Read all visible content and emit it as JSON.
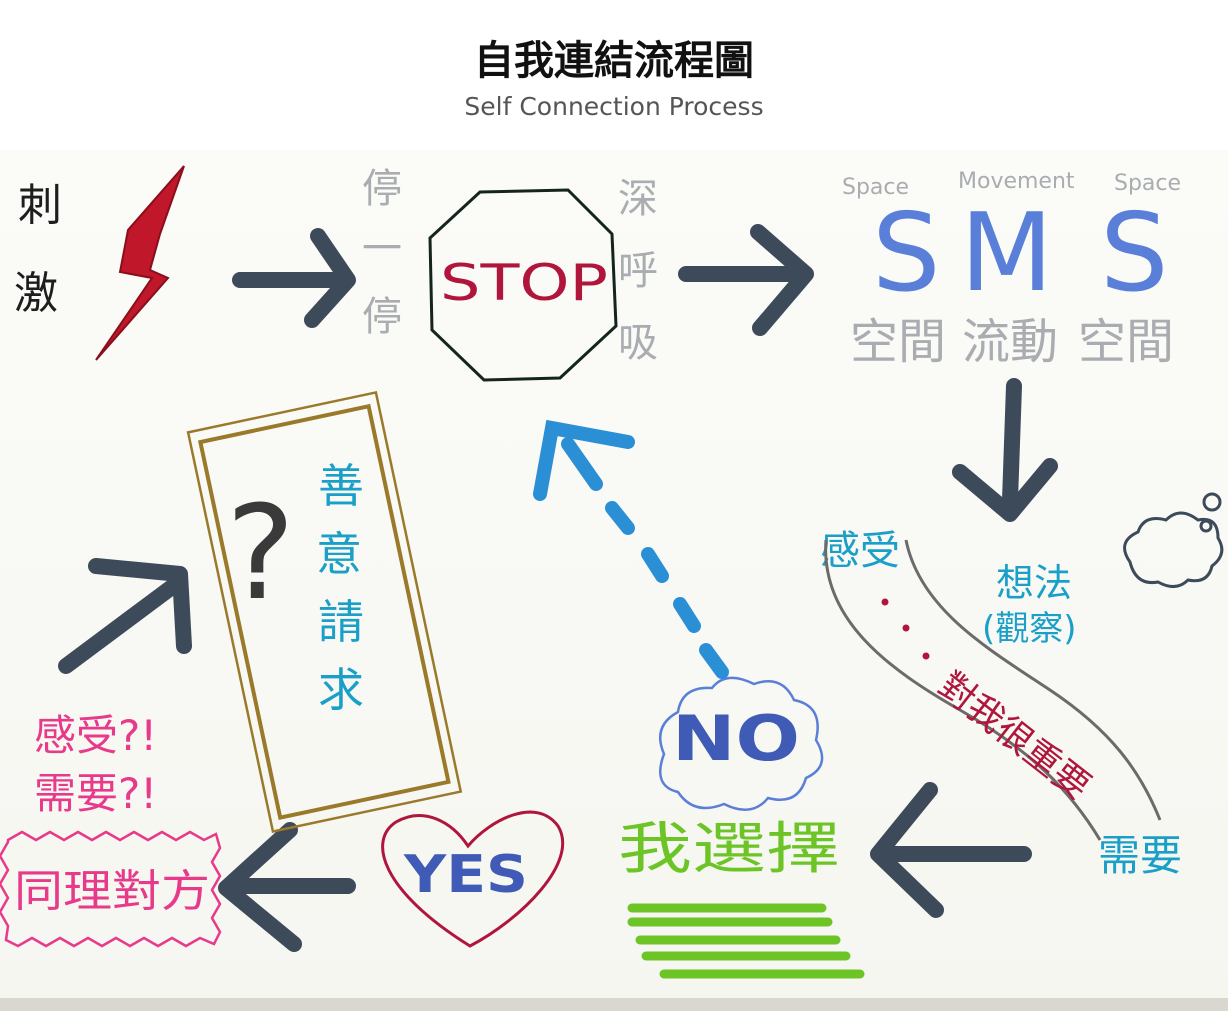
{
  "header": {
    "title": "自我連結流程圖",
    "subtitle": "Self Connection Process"
  },
  "diagram": {
    "stimulus": "刺激",
    "pause": "停一停",
    "stop_sign": "STOP",
    "breathe": "深呼吸",
    "sms": {
      "letters": [
        "S",
        "M",
        "S"
      ],
      "english": [
        "Space",
        "Movement",
        "Space"
      ],
      "chinese": [
        "空間",
        "流動",
        "空間"
      ]
    },
    "feelings": "感受",
    "thoughts": "想法",
    "observe": "(觀察)",
    "river_text": "對我很重要",
    "needs": "需要",
    "choice": "我選擇",
    "no": "NO",
    "yes": "YES",
    "empathy_questions": [
      "感受?!",
      "需要?!"
    ],
    "empathy": "同理對方",
    "request": "善意請求",
    "question_mark": "?"
  },
  "colors": {
    "arrow": "#3d4a5a",
    "bolt": "#c0172a",
    "pencil_gray": "#a9acb0",
    "stop_text": "#b0153c",
    "sms_blue": "#5a7fd8",
    "teal": "#1aa0c8",
    "pink": "#e83a8a",
    "green": "#6cc426",
    "gold": "#9a7a2a",
    "dotted_blue": "#2b8fd6"
  }
}
